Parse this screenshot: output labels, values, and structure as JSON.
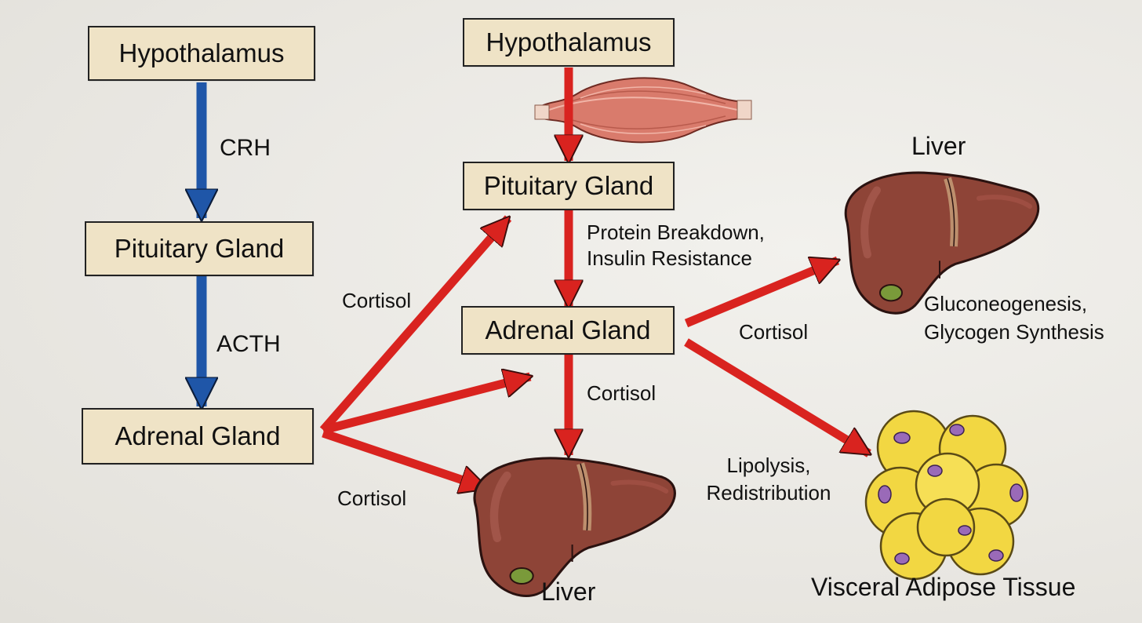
{
  "left_axis": {
    "hypothalamus": "Hypothalamus",
    "pituitary": "Pituitary Gland",
    "adrenal": "Adrenal Gland",
    "crh": "CRH",
    "acth": "ACTH"
  },
  "right_axis": {
    "hypothalamus": "Hypothalamus",
    "pituitary": "Pituitary Gland",
    "adrenal": "Adrenal Gland",
    "protein_breakdown": "Protein Breakdown,",
    "insulin_resistance": "Insulin Resistance",
    "cortisol_down": "Cortisol"
  },
  "cortisol_labels": {
    "upper_left": "Cortisol",
    "lower_left": "Cortisol",
    "to_liver": "Cortisol"
  },
  "liver_top": {
    "title": "Liver",
    "effect_line1": "Gluconeogenesis,",
    "effect_line2": "Glycogen Synthesis"
  },
  "liver_bottom": {
    "title": "Liver"
  },
  "adipose": {
    "effect_line1": "Lipolysis,",
    "effect_line2": "Redistribution",
    "title": "Visceral Adipose Tissue"
  },
  "colors": {
    "box_fill": "#efe3c6",
    "blue_arrow": "#1f56a8",
    "red_arrow": "#d9231f",
    "liver": "#8e4437",
    "liver_highlight": "#b0645a",
    "gallbladder": "#7a9a3a",
    "fat_cell": "#f2d742",
    "fat_nucleus": "#9a6ab8",
    "muscle": "#d97b6c"
  }
}
